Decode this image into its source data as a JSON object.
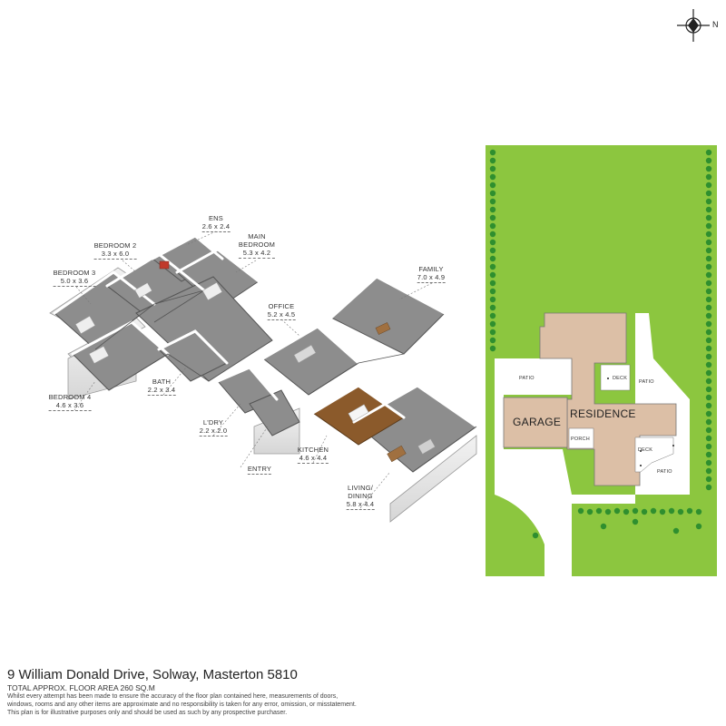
{
  "compass": {
    "north_label": "N"
  },
  "rooms": [
    {
      "id": "ens",
      "name_lines": [
        "ENS"
      ],
      "dims": "2.6 x 2.4"
    },
    {
      "id": "bedroom2",
      "name_lines": [
        "BEDROOM 2"
      ],
      "dims": "3.3 x 6.0"
    },
    {
      "id": "main-bedroom",
      "name_lines": [
        "MAIN",
        "BEDROOM"
      ],
      "dims": "5.3 x 4.2"
    },
    {
      "id": "bedroom3",
      "name_lines": [
        "BEDROOM 3"
      ],
      "dims": "5.0 x 3.6"
    },
    {
      "id": "family",
      "name_lines": [
        "FAMILY"
      ],
      "dims": "7.0 x 4.9"
    },
    {
      "id": "office",
      "name_lines": [
        "OFFICE"
      ],
      "dims": "5.2 x 4.5"
    },
    {
      "id": "bedroom4",
      "name_lines": [
        "BEDROOM 4"
      ],
      "dims": "4.6 x 3.6"
    },
    {
      "id": "bath",
      "name_lines": [
        "BATH"
      ],
      "dims": "2.2 x 3.4"
    },
    {
      "id": "ldry",
      "name_lines": [
        "L'DRY"
      ],
      "dims": "2.2 x 2.0"
    },
    {
      "id": "kitchen",
      "name_lines": [
        "KITCHEN"
      ],
      "dims": "4.6 x 4.4"
    },
    {
      "id": "entry",
      "name_lines": [
        "ENTRY"
      ],
      "dims": ""
    },
    {
      "id": "living-dining",
      "name_lines": [
        "LIVING/",
        "DINING"
      ],
      "dims": "5.8 x 4.4"
    }
  ],
  "site": {
    "garage": "GARAGE",
    "residence": "RESIDENCE",
    "porch": "PORCH",
    "patio_left": "PATIO",
    "patio_right": "PATIO",
    "patio_bottom": "PATIO",
    "deck_top": "DECK",
    "deck_bottom": "DECK",
    "colors": {
      "lawn": "#8cc63f",
      "building": "#dcbfa6",
      "hedge": "#2f8f2f"
    }
  },
  "footer": {
    "address": "9 William Donald Drive, Solway, Masterton 5810",
    "area": "TOTAL APPROX. FLOOR AREA 260 SQ.M",
    "disclaimer_line1": "Whilst every attempt has been made to ensure the accuracy of the floor plan contained here, measurements of doors,",
    "disclaimer_line2": "windows, rooms and any other items are approximate and no responsibility is taken for any error, omission, or misstatement.",
    "disclaimer_line3": "This plan is for illustrative purposes only and should be used as such by any prospective purchaser."
  }
}
